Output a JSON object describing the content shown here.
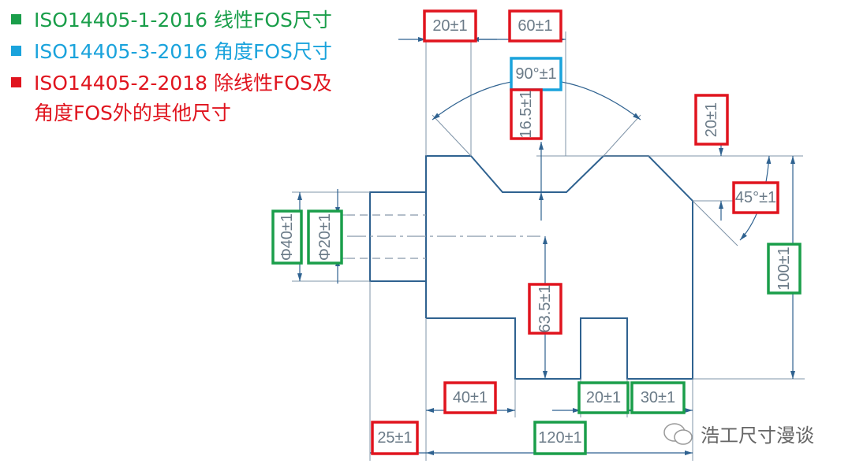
{
  "colors": {
    "linear": "#1a9e4a",
    "angular": "#1aa3dc",
    "other": "#e0141e",
    "line": "#2f6290"
  },
  "legend": [
    {
      "text": "ISO14405-1-2016 线性FOS尺寸",
      "type": "linear"
    },
    {
      "text": "ISO14405-3-2016 角度FOS尺寸",
      "type": "angular"
    },
    {
      "text": "ISO14405-2-2018 除线性FOS及",
      "type": "other",
      "continuation": "角度FOS外的其他尺寸"
    }
  ],
  "dimensions": [
    {
      "label": "20±1",
      "type": "other"
    },
    {
      "label": "60±1",
      "type": "other"
    },
    {
      "label": "90°±1",
      "type": "angular"
    },
    {
      "label": "16.5±1",
      "type": "other"
    },
    {
      "label": "20±1",
      "type": "other"
    },
    {
      "label": "45°±1",
      "type": "other"
    },
    {
      "label": "Φ40±1",
      "type": "linear"
    },
    {
      "label": "Φ20±1",
      "type": "linear"
    },
    {
      "label": "100±1",
      "type": "linear"
    },
    {
      "label": "63.5±1",
      "type": "other"
    },
    {
      "label": "40±1",
      "type": "other"
    },
    {
      "label": "20±1",
      "type": "linear"
    },
    {
      "label": "30±1",
      "type": "linear"
    },
    {
      "label": "25±1",
      "type": "other"
    },
    {
      "label": "120±1",
      "type": "linear"
    }
  ],
  "watermark": {
    "text": "浩工尺寸漫谈",
    "icon": "wechat-icon"
  }
}
